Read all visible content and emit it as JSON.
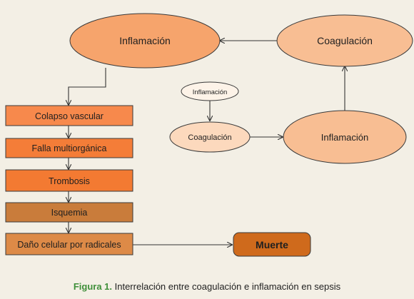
{
  "colors": {
    "background": "#f3efe5",
    "ellipse_large": "#f6a46c",
    "ellipse_medium": "#f8be93",
    "ellipse_light": "#fcd9bd",
    "ellipse_small": "#fdf3e8",
    "box_colapso": "#f7894c",
    "box_falla": "#f47d38",
    "box_trombosis": "#f37a32",
    "box_isquemia": "#c97c3b",
    "box_dano": "#dd8a47",
    "muerte": "#cf6a1c",
    "caption_accent": "#3f8f3a"
  },
  "nodes": {
    "inflamacion_main": "Inflamación",
    "coagulacion_main": "Coagulación",
    "inflamacion_small": "Inflamación",
    "coagulacion_mid": "Coagulación",
    "inflamacion_mid": "Inflamación",
    "colapso": "Colapso vascular",
    "falla": "Falla multiorgánica",
    "trombosis": "Trombosis",
    "isquemia": "Isquemia",
    "dano": "Daño celular por radicales",
    "muerte": "Muerte"
  },
  "caption": {
    "figure": "Figura 1.",
    "text": " Interrelación entre coagulación e inflamación en sepsis"
  }
}
